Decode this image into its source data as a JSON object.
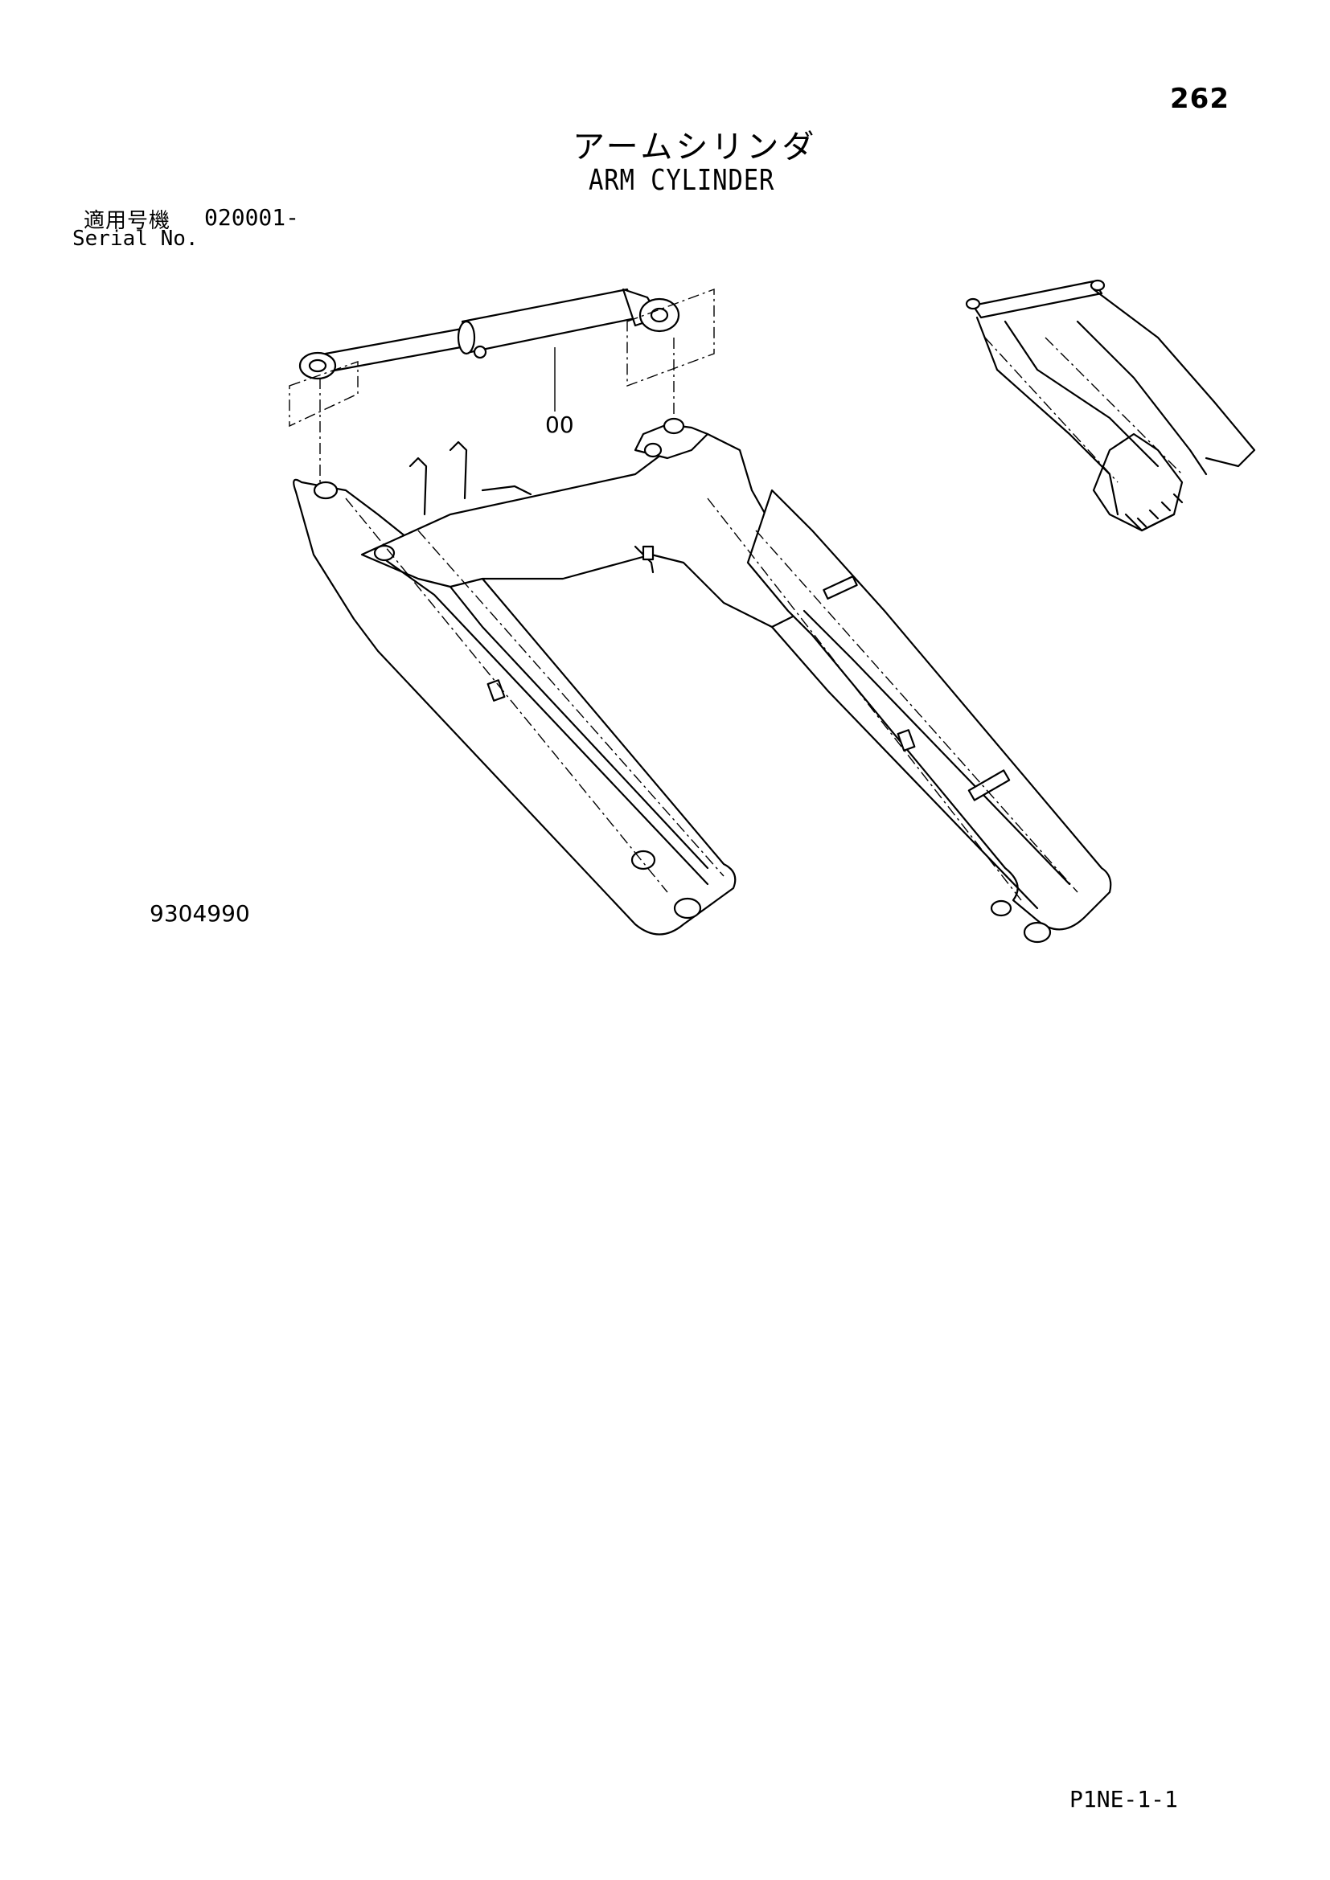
{
  "page": {
    "number": "262",
    "title_jp": "アームシリンダ",
    "title_en": "ARM CYLINDER",
    "serial_label_jp": "適用号機",
    "serial_range": "020001-",
    "serial_label_en": "Serial No.",
    "figure_number": "9304990",
    "reference_code": "P1NE-1-1"
  },
  "diagram": {
    "callouts": [
      {
        "label": "00"
      }
    ]
  }
}
